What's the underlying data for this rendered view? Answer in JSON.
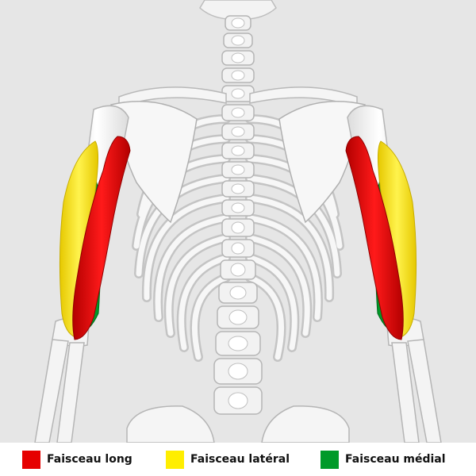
{
  "legend": [
    {
      "label": "Faisceau long",
      "color": "#e60000"
    },
    {
      "label": "Faisceau latéral",
      "color": "#ffee00"
    },
    {
      "label": "Faisceau médial",
      "color": "#009a29"
    }
  ],
  "colors": {
    "background": "#e6e6e6",
    "bone": "#f5f5f5",
    "bone_outline": "#b9b9b9",
    "long_head": "#e60000",
    "lateral_head": "#ffee00",
    "medial_head": "#009a29"
  }
}
